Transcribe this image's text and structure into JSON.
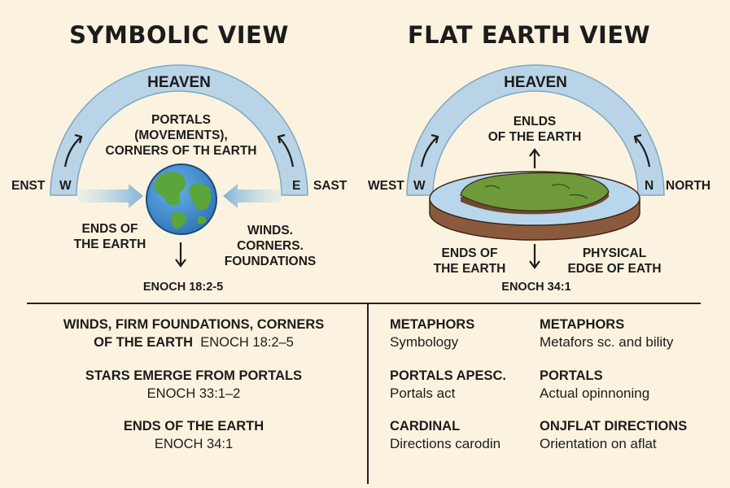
{
  "titles": {
    "left": "SYMBOLIC VIEW",
    "right": "FLAT EARTH VIEW"
  },
  "symbolic": {
    "heaven": "HEAVEN",
    "portals": [
      "PORTALS",
      "(MOVEMENTS),",
      "CORNERS OF TH EARTH"
    ],
    "west_outer": "ENST",
    "west_inner": "W",
    "east_inner": "E",
    "east_outer": "SAST",
    "ends": [
      "ENDS OF",
      "THE EARTH"
    ],
    "winds": [
      "WINDS.",
      "CORNERS.",
      "FOUNDATIONS"
    ],
    "reference": "ENOCH 18:2-5"
  },
  "flat": {
    "heaven": "HEAVEN",
    "ends_top": [
      "ENLDS",
      "OF THE EARTH"
    ],
    "west_outer": "WEST",
    "west_inner": "W",
    "north_inner": "N",
    "north_outer": "NORTH",
    "ends": [
      "ENDS OF",
      "THE EARTH"
    ],
    "physical": [
      "PHYSICAL",
      "EDGE OF EATH"
    ],
    "reference": "ENOCH 34:1"
  },
  "symbolic_list": [
    {
      "heading": "WINDS, FIRM FOUNDATIONS, CORNERS",
      "line2_bold": "OF THE EARTH",
      "line2_ref": "ENOCH 18:2–5"
    },
    {
      "heading": "STARS EMERGE FROM PORTALS",
      "line2_bold": "",
      "line2_ref": "ENOCH 33:1–2"
    },
    {
      "heading": "ENDS OF THE EARTH",
      "line2_bold": "",
      "line2_ref": "ENOCH 34:1"
    }
  ],
  "comparison": [
    {
      "left_head": "METAPHORS",
      "left_text": "Symbology",
      "right_head": "METAPHORS",
      "right_text": "Metafors sc. and bility"
    },
    {
      "left_head": "PORTALS APESC.",
      "left_text": "Portals act",
      "right_head": "PORTALS",
      "right_text": "Actual opinnoning"
    },
    {
      "left_head": "CARDINAL",
      "left_text": "Directions carodin",
      "right_head": "ONJFLAT DIRECTIONS",
      "right_text": "Orientation on aflat"
    }
  ],
  "colors": {
    "background": "#fbf3df",
    "sky_arc": "#b9d4e6",
    "ocean": "#3d8fd1",
    "land": "#5aa63a",
    "disc_top": "#6f9a3a",
    "disc_water": "#b8d6ec",
    "disc_base": "#8b5a3c"
  }
}
